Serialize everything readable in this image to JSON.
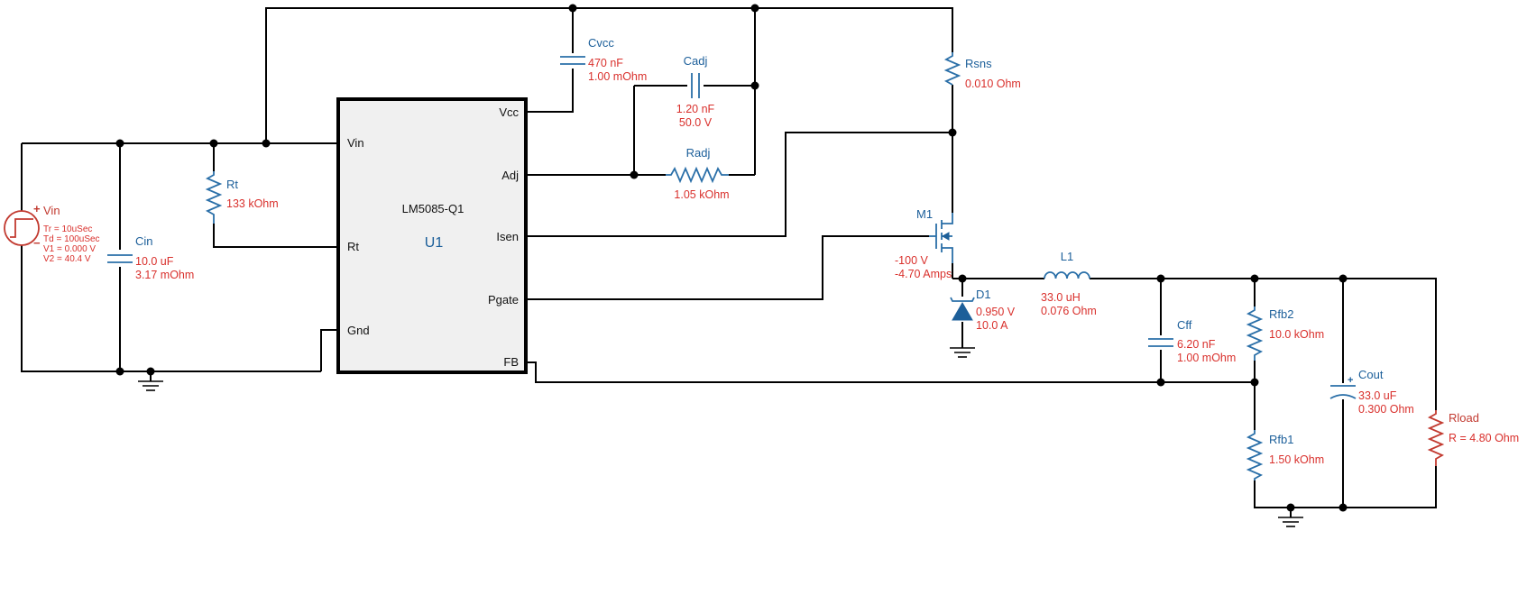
{
  "ic": {
    "part": "LM5085-Q1",
    "ref": "U1",
    "pins": {
      "vin": "Vin",
      "rt": "Rt",
      "gnd": "Gnd",
      "vcc": "Vcc",
      "adj": "Adj",
      "isen": "Isen",
      "pgate": "Pgate",
      "fb": "FB"
    }
  },
  "vin": {
    "name": "Vin",
    "plus": "+",
    "minus": "−",
    "params": [
      "Tr = 10uSec",
      "Td = 100uSec",
      "V1 = 0.000 V",
      "V2 = 40.4 V"
    ]
  },
  "cin": {
    "name": "Cin",
    "v1": "10.0 uF",
    "v2": "3.17 mOhm"
  },
  "rt": {
    "name": "Rt",
    "v1": "133 kOhm"
  },
  "cvcc": {
    "name": "Cvcc",
    "v1": "470 nF",
    "v2": "1.00 mOhm"
  },
  "cadj": {
    "name": "Cadj",
    "v1": "1.20 nF",
    "v2": "50.0 V"
  },
  "radj": {
    "name": "Radj",
    "v1": "1.05 kOhm"
  },
  "rsns": {
    "name": "Rsns",
    "v1": "0.010 Ohm"
  },
  "m1": {
    "name": "M1",
    "v1": "-100 V",
    "v2": "-4.70 Amps"
  },
  "d1": {
    "name": "D1",
    "v1": "0.950 V",
    "v2": "10.0 A"
  },
  "l1": {
    "name": "L1",
    "v1": "33.0 uH",
    "v2": "0.076 Ohm"
  },
  "cff": {
    "name": "Cff",
    "v1": "6.20 nF",
    "v2": "1.00 mOhm"
  },
  "rfb2": {
    "name": "Rfb2",
    "v1": "10.0 kOhm"
  },
  "rfb1": {
    "name": "Rfb1",
    "v1": "1.50 kOhm"
  },
  "cout": {
    "name": "Cout",
    "plus": "+",
    "v1": "33.0 uF",
    "v2": "0.300 Ohm"
  },
  "rload": {
    "name": "Rload",
    "v1": "R = 4.80 Ohm"
  },
  "colors": {
    "wire": "#000000",
    "component": "#2a6fa8",
    "value": "#d9302c",
    "ic_fill": "#f0f0f0"
  }
}
